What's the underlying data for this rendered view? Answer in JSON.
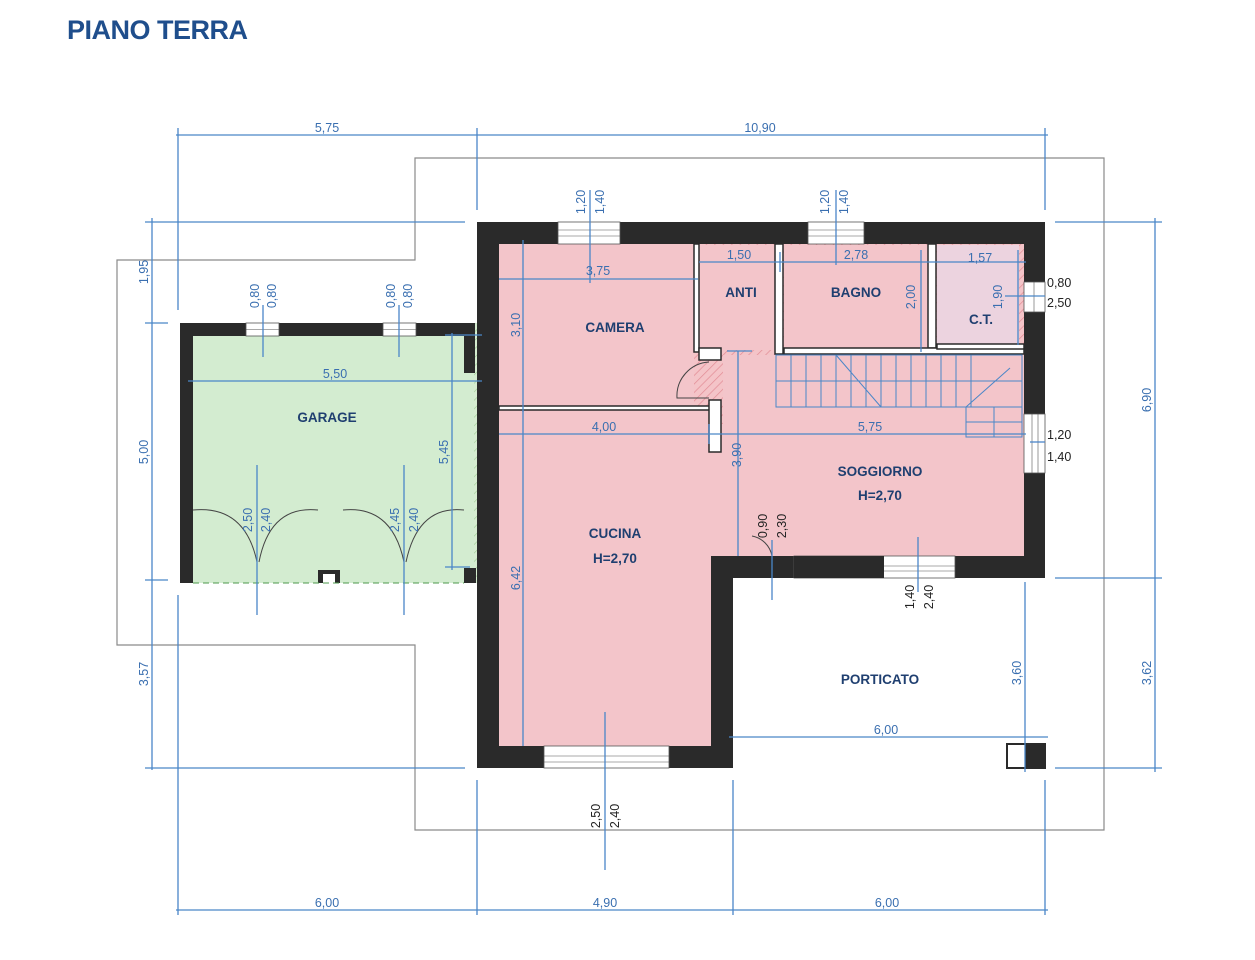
{
  "title": "PIANO TERRA",
  "rooms": {
    "garage": "GARAGE",
    "camera": "CAMERA",
    "anti": "ANTI",
    "bagno": "BAGNO",
    "ct": "C.T.",
    "cucina": "CUCINA",
    "cucina_h": "H=2,70",
    "soggiorno": "SOGGIORNO",
    "soggiorno_h": "H=2,70",
    "porticato": "PORTICATO"
  },
  "dimensions": {
    "top_left": "5,75",
    "top_right": "10,90",
    "bottom_left": "6,00",
    "bottom_mid": "4,90",
    "bottom_right": "6,00",
    "left_top": "1,95",
    "left_mid": "5,00",
    "left_bottom": "3,57",
    "right_top": "6,90",
    "right_bottom": "3,62",
    "garage_width": "5,50",
    "garage_depth": "5,45",
    "garage_win1_a": "0,80",
    "garage_win1_b": "0,80",
    "garage_win2_a": "0,80",
    "garage_win2_b": "0,80",
    "garage_door1_a": "2,50",
    "garage_door1_b": "2,40",
    "garage_door2_a": "2,45",
    "garage_door2_b": "2,40",
    "camera_win_a": "1,20",
    "camera_win_b": "1,40",
    "bagno_win_a": "1,20",
    "bagno_win_b": "1,40",
    "camera_width": "3,75",
    "camera_depth": "3,10",
    "anti_width": "1,50",
    "bagno_width": "2,78",
    "bagno_depth": "2,00",
    "ct_width": "1,57",
    "ct_depth": "1,90",
    "ct_win_a": "0,80",
    "ct_win_b": "2,50",
    "cucina_width": "4,00",
    "cucina_depth": "6,42",
    "soggiorno_width": "5,75",
    "soggiorno_depth": "3,90",
    "soggiorno_win_a": "1,20",
    "soggiorno_win_b": "1,40",
    "door_a": "0,90",
    "door_b": "2,30",
    "soggiorno_south_a": "1,40",
    "soggiorno_south_b": "2,40",
    "cucina_south_a": "2,50",
    "cucina_south_b": "2,40",
    "porticato_width": "6,00",
    "porticato_depth": "3,60"
  }
}
